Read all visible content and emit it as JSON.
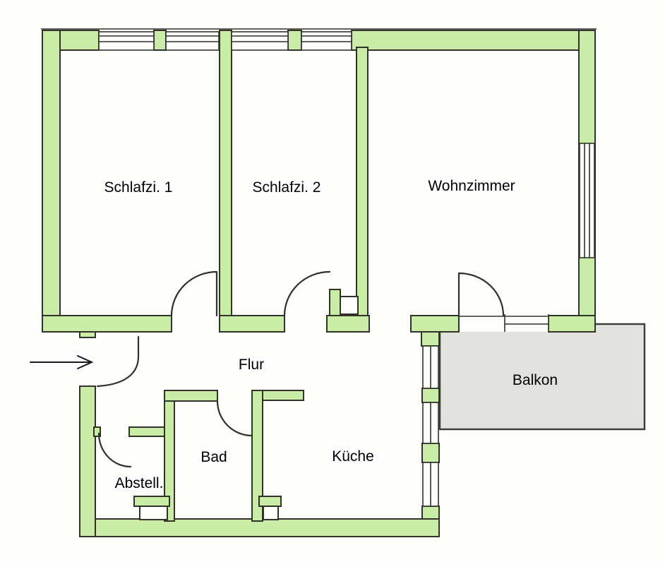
{
  "floor_plan": {
    "title": "apartment-floor-plan",
    "labels": {
      "schlafzimmer1": "Schlafzi. 1",
      "schlafzimmer2": "Schlafzi. 2",
      "wohnzimmer": "Wohnzimmer",
      "flur": "Flur",
      "balkon": "Balkon",
      "bad": "Bad",
      "kueche": "Küche",
      "abstellraum": "Abstell."
    },
    "colors": {
      "wall_fill": "#c9eda6",
      "wall_outline": "#32312a",
      "balcony_fill": "#e1e1de",
      "balcony_outline": "#3c3b34",
      "background": "#fdfdfc",
      "text_color": "#000000"
    }
  }
}
